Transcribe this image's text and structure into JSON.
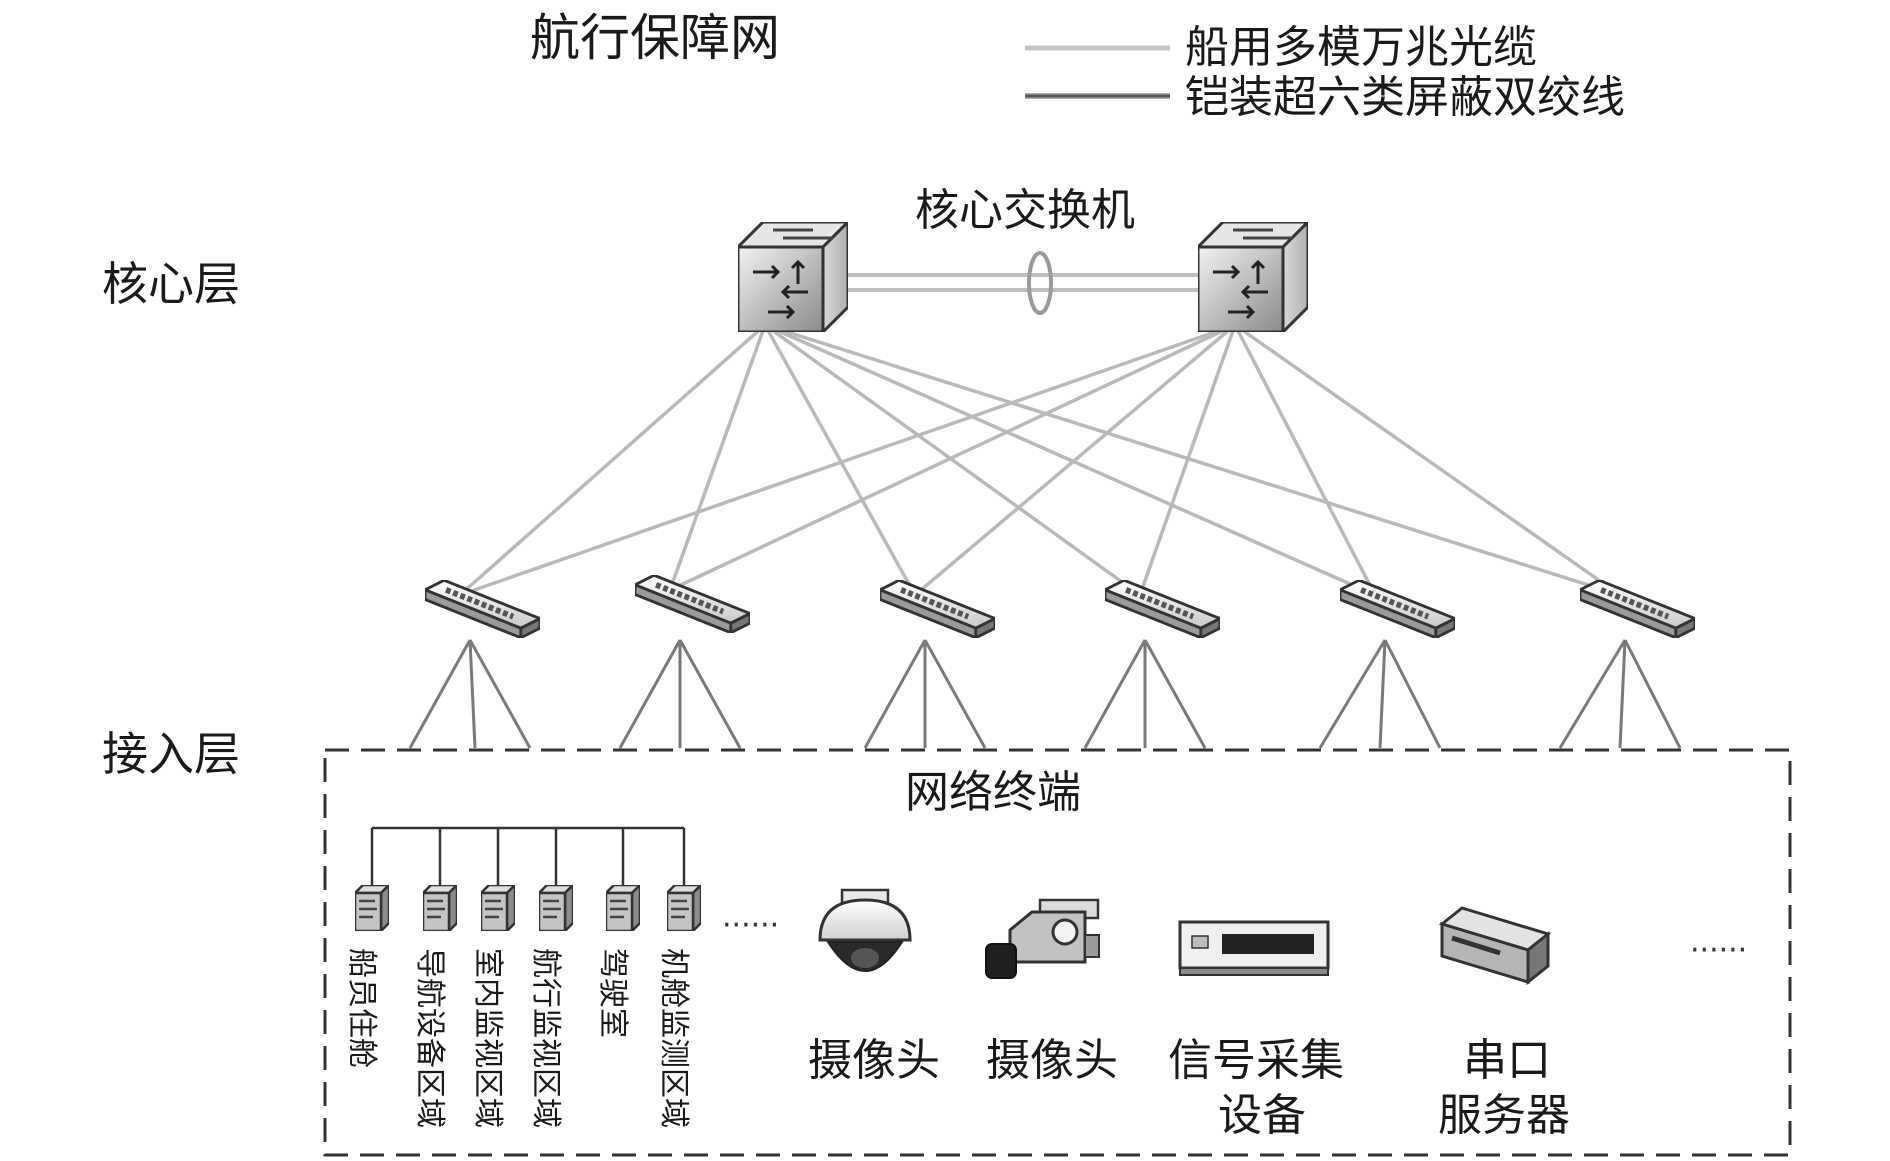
{
  "title": "航行保障网",
  "legend": [
    {
      "label": "船用多模万兆光缆",
      "color": "#c0c0c0"
    },
    {
      "label": "铠装超六类屏蔽双绞线",
      "color": "#555555"
    }
  ],
  "layers": {
    "core": "核心层",
    "access": "接入层"
  },
  "core_label": "核心交换机",
  "terminal_label": "网络终端",
  "areas": [
    "船员住舱",
    "导航设备区域",
    "室内监视区域",
    "航行监视区域",
    "驾驶室",
    "机舱监测区域"
  ],
  "ellipsis": "······",
  "devices": [
    {
      "label_lines": [
        "摄像头"
      ],
      "icon": "dome-camera-icon"
    },
    {
      "label_lines": [
        "摄像头"
      ],
      "icon": "box-camera-icon"
    },
    {
      "label_lines": [
        "信号采集",
        "设备"
      ],
      "icon": "signal-collector-icon"
    },
    {
      "label_lines": [
        "串口",
        "服务器"
      ],
      "icon": "serial-server-icon"
    }
  ]
}
